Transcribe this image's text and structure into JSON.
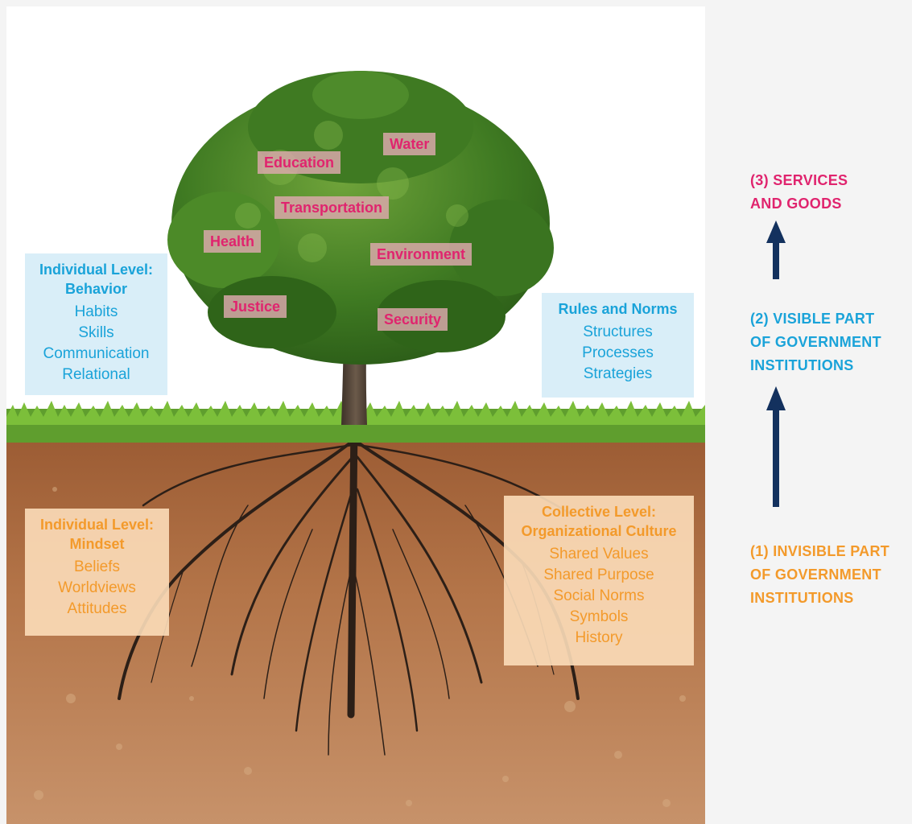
{
  "services": {
    "water": "Water",
    "education": "Education",
    "transportation": "Transportation",
    "health": "Health",
    "environment": "Environment",
    "justice": "Justice",
    "security": "Security"
  },
  "panels": {
    "behavior": {
      "title_line1": "Individual Level:",
      "title_line2": "Behavior",
      "items": [
        "Habits",
        "Skills",
        "Communication",
        "Relational"
      ]
    },
    "rules": {
      "title": "Rules and Norms",
      "items": [
        "Structures",
        "Processes",
        "Strategies"
      ]
    },
    "mindset": {
      "title_line1": "Individual Level:",
      "title_line2": "Mindset",
      "items": [
        "Beliefs",
        "Worldviews",
        "Attitudes"
      ]
    },
    "culture": {
      "title_line1": "Collective Level:",
      "title_line2": "Organizational Culture",
      "items": [
        "Shared Values",
        "Shared Purpose",
        "Social Norms",
        "Symbols",
        "History"
      ]
    }
  },
  "side_labels": {
    "services_goods": "(3) SERVICES\nAND GOODS",
    "visible": "(2) VISIBLE PART\nOF GOVERNMENT\nINSTITUTIONS",
    "invisible": "(1) INVISIBLE PART\nOF GOVERNMENT\nINSTITUTIONS"
  },
  "colors": {
    "pink": "#e0246e",
    "blue": "#1aa3d9",
    "orange": "#f39a2b",
    "arrow": "#13315e"
  }
}
